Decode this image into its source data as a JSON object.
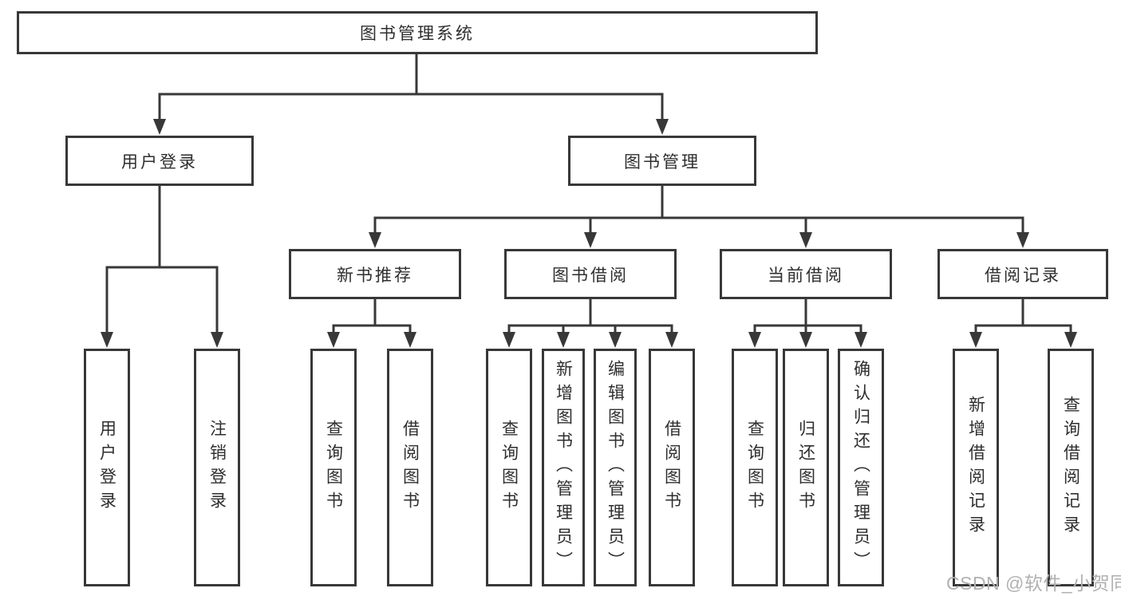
{
  "colors": {
    "line": "#383838",
    "box_border": "#383838",
    "box_fill": "#ffffff",
    "text": "#2e2e2e",
    "background": "#ffffff",
    "watermark": "#b1b1b1"
  },
  "watermark": {
    "text": "CSDN @软件_小贺同学"
  },
  "diagram": {
    "root": {
      "label": "图书管理系统"
    },
    "level2": [
      {
        "label": "用户登录",
        "children": [
          {
            "label": "用户登录"
          },
          {
            "label": "注销登录"
          }
        ]
      },
      {
        "label": "图书管理",
        "children": [
          {
            "label": "新书推荐",
            "children": [
              {
                "label": "查询图书"
              },
              {
                "label": "借阅图书"
              }
            ]
          },
          {
            "label": "图书借阅",
            "children": [
              {
                "label": "查询图书"
              },
              {
                "label": "新增图书（管理员）"
              },
              {
                "label": "编辑图书（管理员）"
              },
              {
                "label": "借阅图书"
              }
            ]
          },
          {
            "label": "当前借阅",
            "children": [
              {
                "label": "查询图书"
              },
              {
                "label": "归还图书"
              },
              {
                "label": "确认归还（管理员）"
              }
            ]
          },
          {
            "label": "借阅记录",
            "children": [
              {
                "label": "新增借阅记录"
              },
              {
                "label": "查询借阅记录"
              }
            ]
          }
        ]
      }
    ]
  }
}
